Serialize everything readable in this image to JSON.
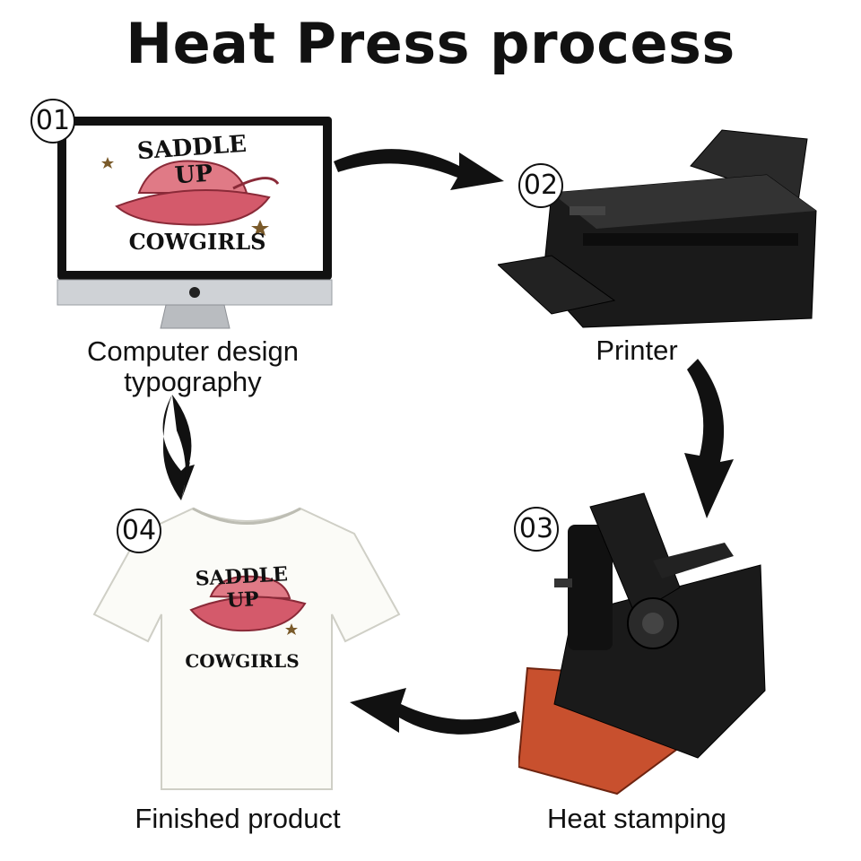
{
  "title": "Heat Press process",
  "steps": [
    {
      "number": "01",
      "label_line1": "Computer design",
      "label_line2": "typography",
      "icon": "computer-monitor-icon"
    },
    {
      "number": "02",
      "label_line1": "Printer",
      "icon": "printer-icon"
    },
    {
      "number": "03",
      "label_line1": "Heat stamping",
      "icon": "heat-press-icon"
    },
    {
      "number": "04",
      "label_line1": "Finished product",
      "icon": "tshirt-icon"
    }
  ],
  "artwork": {
    "line1": "SADDLE UP",
    "line2": "COWGIRLS"
  },
  "colors": {
    "arrow": "#111111",
    "heat_plate": "#c8502e",
    "hat": "#e07a86",
    "device_body": "#1a1a1a"
  }
}
